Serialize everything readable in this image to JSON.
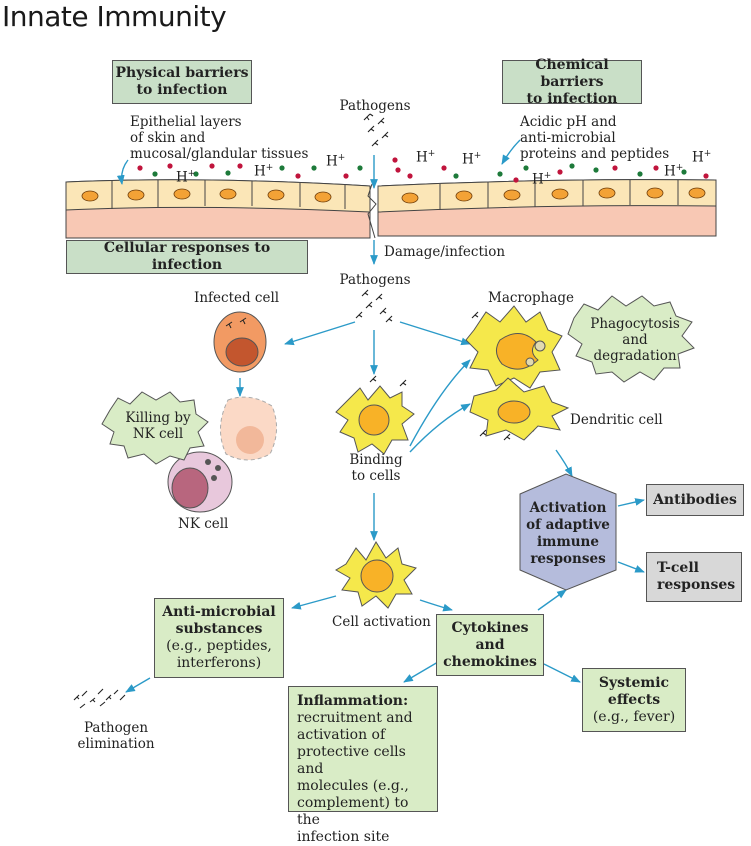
{
  "title": "Innate Immunity",
  "boxes": {
    "physical": [
      "Physical barriers",
      "to infection"
    ],
    "chemical": [
      "Chemical barriers",
      "to infection"
    ],
    "cellular": "Cellular responses to infection",
    "antimicrobial": [
      "Anti-microbial",
      "substances",
      "(e.g., peptides,",
      "interferons)"
    ],
    "cytokines": [
      "Cytokines",
      "and",
      "chemokines"
    ],
    "inflammation_title": "Inflammation:",
    "inflammation_body": [
      "recruitment and",
      "activation of",
      "protective cells and",
      "molecules (e.g.,",
      "complement) to the",
      "infection site"
    ],
    "systemic": [
      "Systemic",
      "effects",
      "(e.g., fever)"
    ],
    "antibodies": "Antibodies",
    "tcell": [
      "T-cell",
      "responses"
    ],
    "adaptive": [
      "Activation",
      "of adaptive",
      "immune",
      "responses"
    ],
    "killing": [
      "Killing by",
      "NK cell"
    ],
    "phagocytosis": [
      "Phagocytosis",
      "and",
      "degradation"
    ]
  },
  "labels": {
    "pathogens_top": "Pathogens",
    "epithelial": [
      "Epithelial layers",
      "of skin and",
      "mucosal/glandular tissues"
    ],
    "acidic": [
      "Acidic pH and",
      "anti-microbial",
      "proteins and peptides"
    ],
    "h_plus": "H",
    "plus": "+",
    "damage": "Damage/infection",
    "pathogens_mid": "Pathogens",
    "infected_cell": "Infected cell",
    "macrophage": "Macrophage",
    "dendritic": "Dendritic cell",
    "binding": [
      "Binding",
      "to cells"
    ],
    "nk_cell": "NK cell",
    "cell_activation": "Cell activation",
    "pathogen_elim": [
      "Pathogen",
      "elimination"
    ]
  }
}
